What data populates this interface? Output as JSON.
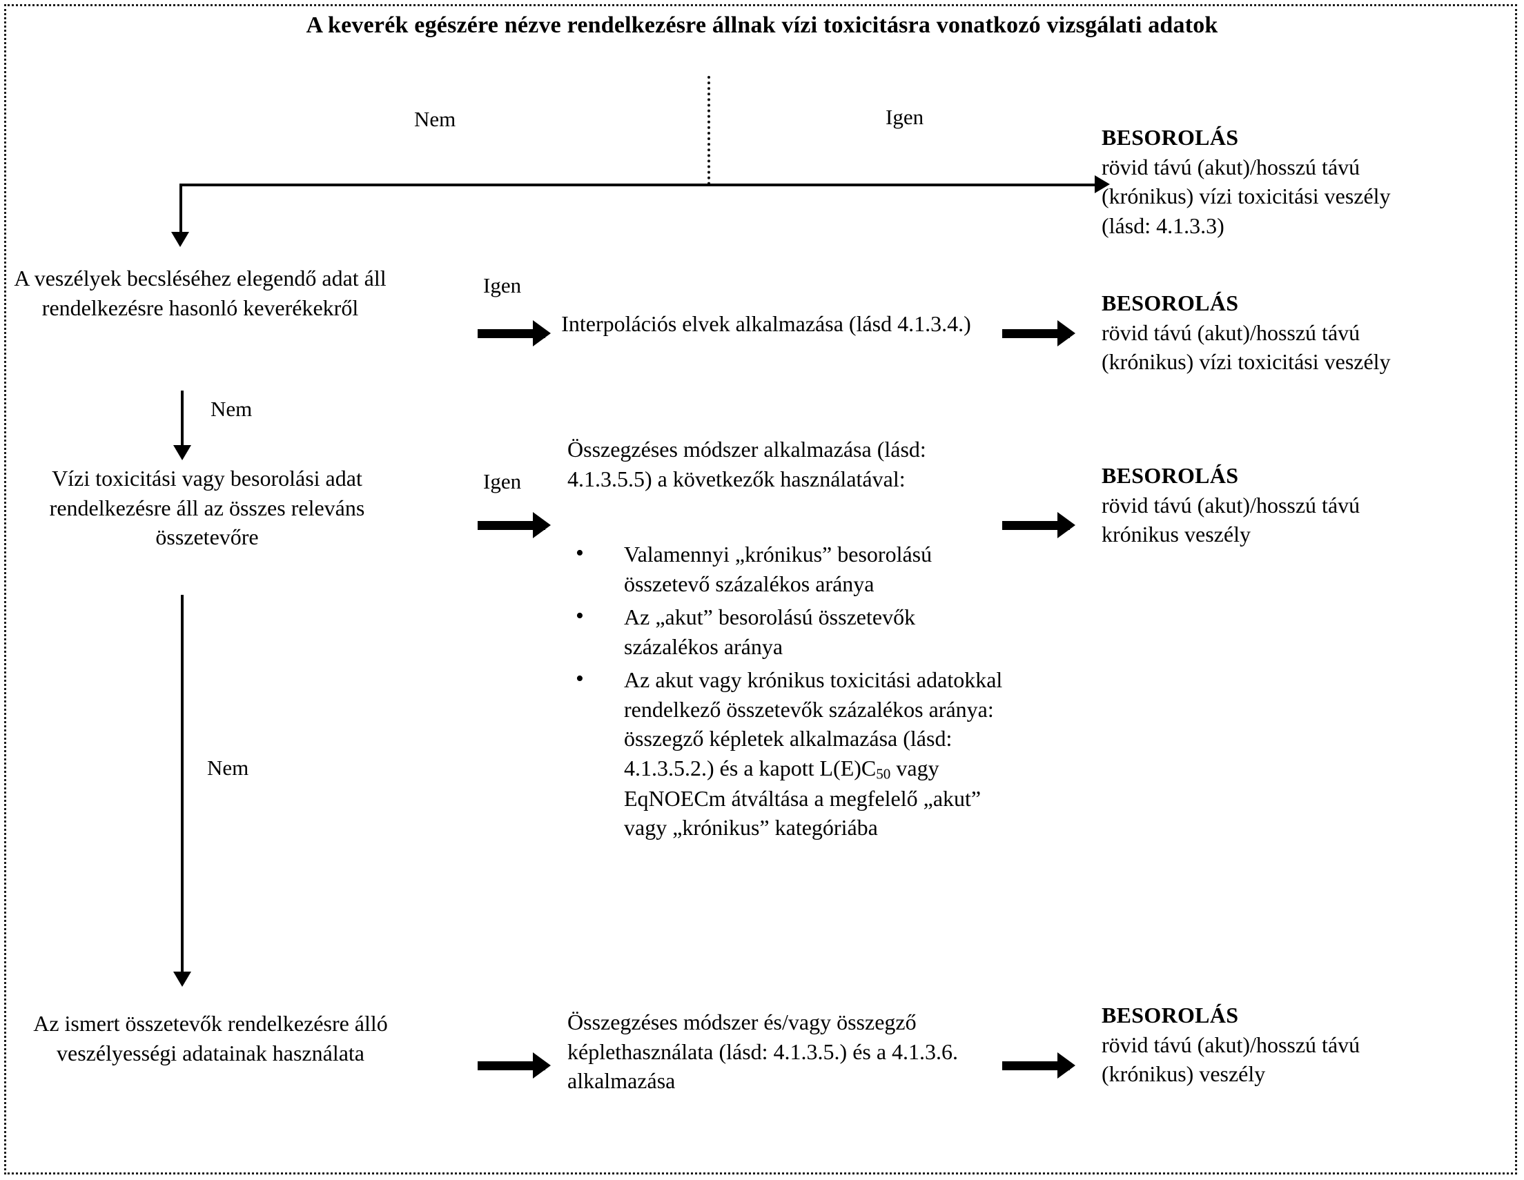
{
  "title": "A keverék egészére nézve rendelkezésre állnak vízi toxicitásra vonatkozó vizsgálati adatok",
  "branch_labels": {
    "top_no": "Nem",
    "top_yes": "Igen",
    "row1_yes": "Igen",
    "row1_no": "Nem",
    "row2_yes": "Igen",
    "row2_no": "Nem"
  },
  "nodes": {
    "decision1": "A veszélyek becsléséhez elegendő adat áll rendelkezésre hasonló keverékekről",
    "decision2": "Vízi toxicitási vagy besorolási adat rendelkezésre áll az összes releváns összetevőre",
    "decision3": "Az ismert összetevők rendelkezésre álló veszélyességi adatainak használata",
    "process1": "Interpolációs elvek alkalmazása (lásd 4.1.3.4.)",
    "process2_intro": "Összegzéses módszer alkalmazása (lásd: 4.1.3.5.5) a következők használatával:",
    "process2_bullets": [
      "Valamennyi „krónikus” besorolású összetevő százalékos aránya",
      "Az „akut” besorolású összetevők százalékos aránya",
      "Az akut vagy krónikus toxicitási adatokkal rendelkező összetevők százalékos aránya: összegző képletek alkalmazása (lásd: 4.1.3.5.2.) és a kapott L(E)C50 vagy EqNOECm átváltása a megfelelő „akut” vagy „krónikus” kategóriába"
    ],
    "process3": "Összegzéses módszer és/vagy összegző képlethasználata (lásd: 4.1.3.5.) és a 4.1.3.6. alkalmazása"
  },
  "outcomes": [
    {
      "heading": "BESOROLÁS",
      "lines": [
        "rövid távú (akut)/hosszú távú",
        "(krónikus) vízi toxicitási veszély",
        "(lásd: 4.1.3.3)"
      ]
    },
    {
      "heading": "BESOROLÁS",
      "lines": [
        "rövid távú (akut)/hosszú távú",
        "(krónikus) vízi toxicitási veszély"
      ]
    },
    {
      "heading": "BESOROLÁS",
      "lines": [
        "rövid távú (akut)/hosszú távú",
        "krónikus veszély"
      ]
    },
    {
      "heading": "BESOROLÁS",
      "lines": [
        "rövid távú (akut)/hosszú távú",
        "(krónikus) veszély"
      ]
    }
  ],
  "bullet3_parts": {
    "a": "Az akut vagy krónikus toxicitási",
    "b": "adatokkal rendelkező összetevők",
    "c": "százalékos aránya: összegző",
    "d": "képletek alkalmazása (lásd:",
    "e_pre": "4.1.3.5.2.) és a kapott L(E)C",
    "e_sub": "50",
    "f": "vagy EqNOECm átváltása a",
    "g": "megfelelő „akut” vagy „krónikus”",
    "h": "kategóriába"
  },
  "colors": {
    "ink": "#000000",
    "paper": "#ffffff",
    "frame": "#1a1a1a"
  }
}
